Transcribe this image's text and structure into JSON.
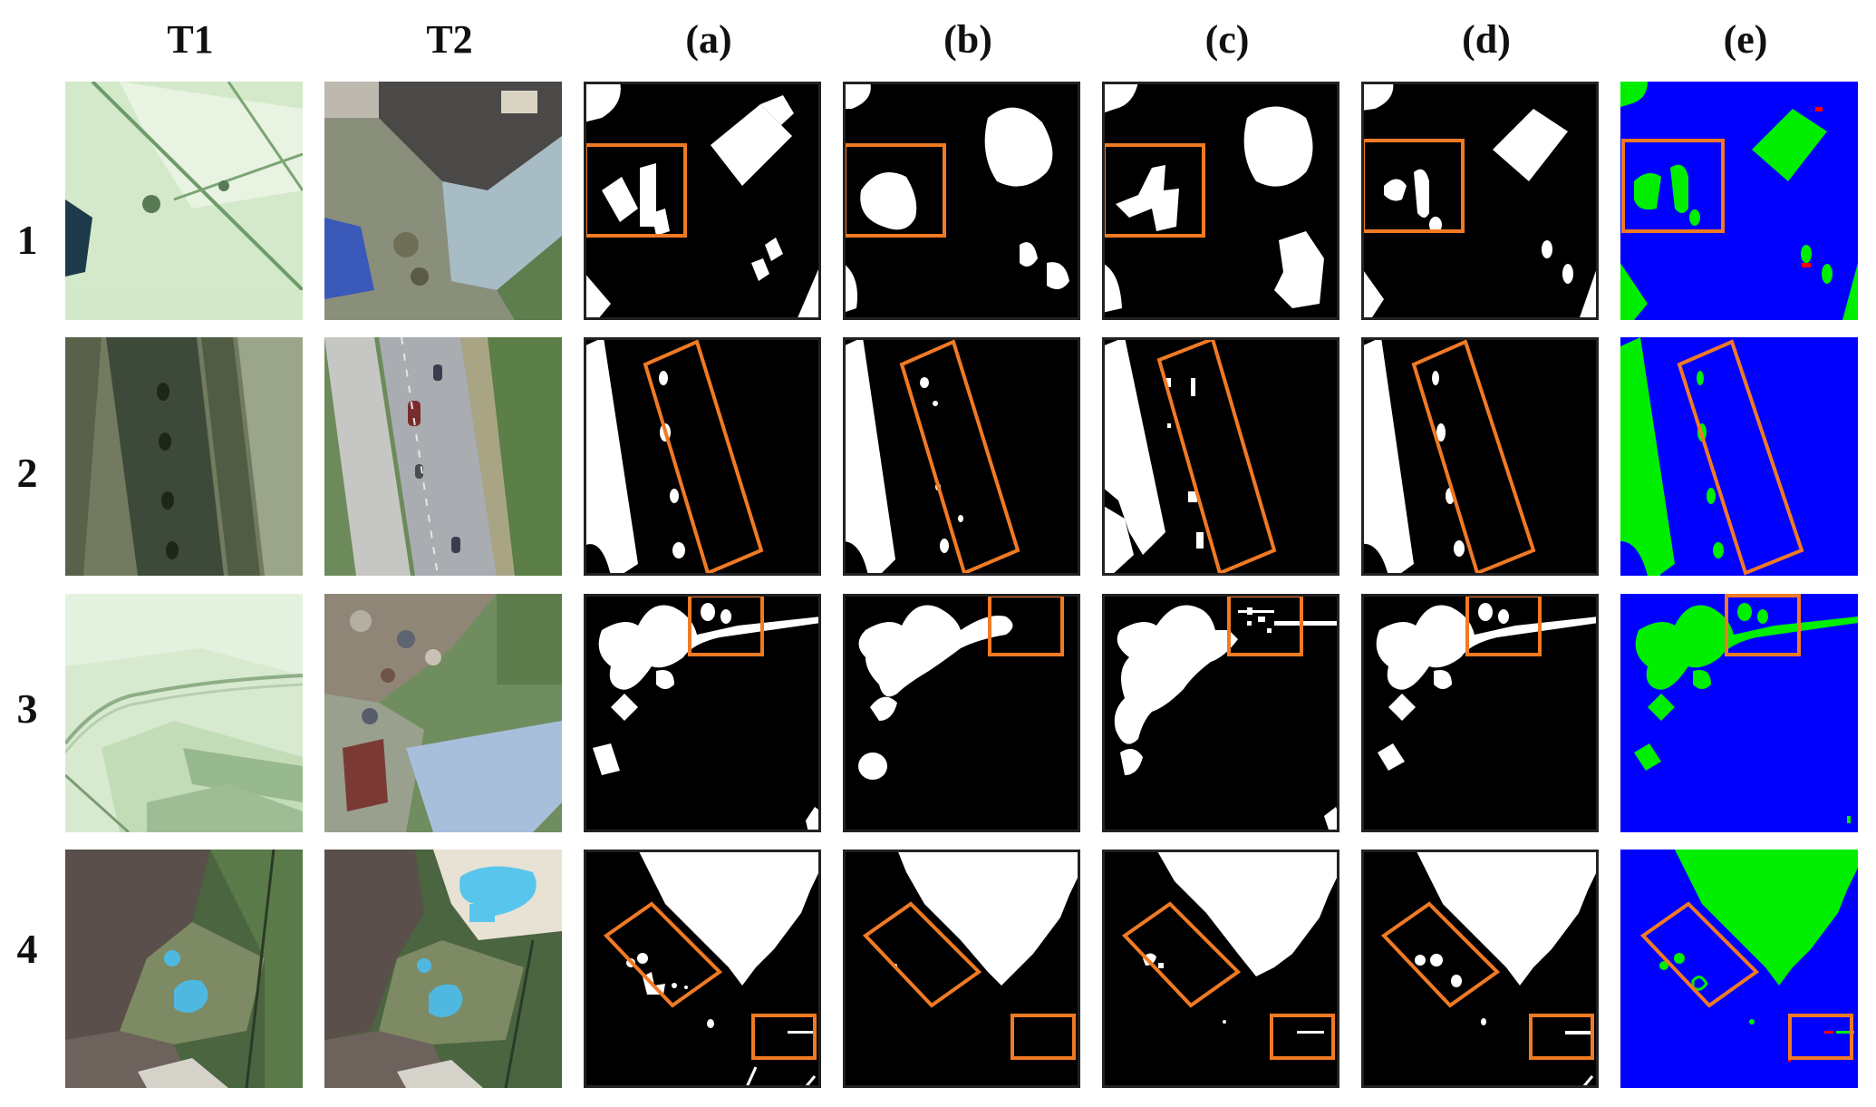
{
  "columns": [
    "T1",
    "T2",
    "(a)",
    "(b)",
    "(c)",
    "(d)",
    "(e)"
  ],
  "rows": [
    "1",
    "2",
    "3",
    "4"
  ],
  "colors": {
    "mask_background": "#000000",
    "mask_foreground": "#ffffff",
    "highlight_box": "#f07a24",
    "map_background": "#0000ff",
    "map_correct": "#00ee00",
    "map_error": "#ff0000"
  }
}
